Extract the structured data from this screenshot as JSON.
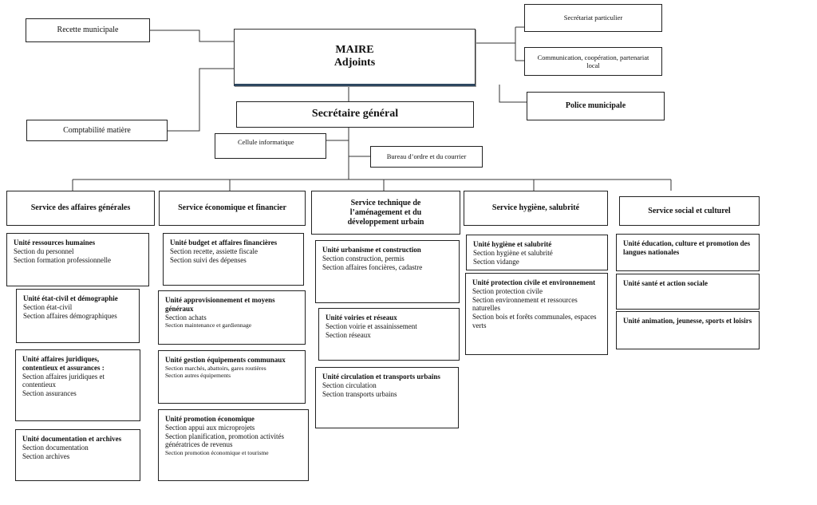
{
  "top": {
    "mayor_line1": "MAIRE",
    "mayor_line2": "Adjoints",
    "secretaire_general": "Secrétaire général",
    "recette_municipale": "Recette municipale",
    "comptabilite_matiere": "Comptabilité matière",
    "secretariat_particulier": "Secrétariat particulier",
    "communication": "Communication, coopération, partenariat local",
    "police_municipale": "Police municipale",
    "cellule_informatique": "Cellule informatique",
    "bureau_ordre": "Bureau d’ordre et du courrier"
  },
  "services": [
    {
      "title": "Service des affaires générales",
      "units": [
        {
          "title": "Unité ressources humaines",
          "sections": [
            "Section du personnel",
            "Section formation professionnelle"
          ],
          "small": []
        },
        {
          "title": "Unité état-civil et démographie",
          "sections": [
            "Section état-civil",
            "Section affaires démographiques"
          ],
          "small": []
        },
        {
          "title": "Unité affaires juridiques, contentieux et assurances :",
          "sections": [
            "Section affaires juridiques et contentieux",
            "Section assurances"
          ],
          "small": []
        },
        {
          "title": "Unité documentation et archives",
          "sections": [
            "Section documentation",
            "Section archives"
          ],
          "small": []
        }
      ]
    },
    {
      "title": "Service économique et financier",
      "units": [
        {
          "title": "Unité budget et affaires financières",
          "sections": [
            "Section recette, assiette fiscale",
            "Section suivi des dépenses"
          ],
          "small": []
        },
        {
          "title": "Unité approvisionnement et moyens généraux",
          "sections": [
            "Section achats"
          ],
          "small": [
            "Section maintenance et gardiennage"
          ]
        },
        {
          "title": "Unité gestion équipements communaux",
          "sections": [],
          "small": [
            "Section marchés, abattoirs, gares routières",
            "Section autres équipements"
          ]
        },
        {
          "title": "Unité promotion économique",
          "sections": [
            "Section appui aux microprojets",
            "Section planification, promotion activités génératrices de revenus"
          ],
          "small": [
            "Section promotion économique et tourisme"
          ]
        }
      ]
    },
    {
      "title": "Service technique de l’aménagement et du développement urbain",
      "units": [
        {
          "title": "Unité urbanisme et construction",
          "sections": [
            "Section construction, permis",
            "Section affaires foncières, cadastre"
          ],
          "small": []
        },
        {
          "title": "Unité voiries et réseaux",
          "sections": [
            "Section voirie et assainissement",
            "Section réseaux"
          ],
          "small": []
        },
        {
          "title": "Unité circulation et transports urbains",
          "sections": [
            "Section circulation",
            "Section transports urbains"
          ],
          "small": []
        }
      ]
    },
    {
      "title": "Service hygiène, salubrité",
      "units": [
        {
          "title": "Unité hygiène et salubrité",
          "sections": [
            "Section hygiène et salubrité",
            "Section vidange"
          ],
          "small": []
        },
        {
          "title": "Unité protection civile et environnement",
          "sections": [
            "Section protection civile",
            "Section environnement et ressources naturelles",
            "Section bois et forêts communales, espaces verts"
          ],
          "small": []
        }
      ]
    },
    {
      "title": "Service social et culturel",
      "units": [
        {
          "title": "Unité éducation, culture et promotion des langues nationales",
          "sections": [],
          "small": []
        },
        {
          "title": "Unité santé et action sociale",
          "sections": [],
          "small": []
        },
        {
          "title": "Unité animation, jeunesse, sports et loisirs",
          "sections": [],
          "small": []
        }
      ]
    }
  ]
}
